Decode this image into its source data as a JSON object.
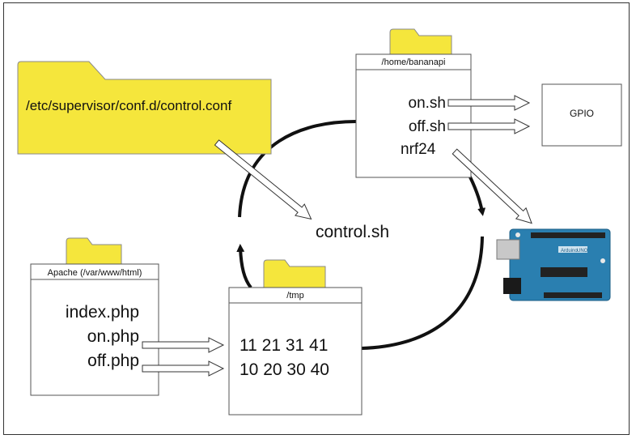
{
  "supervisor_conf": {
    "path": "/etc/supervisor/conf.d/control.conf"
  },
  "home_folder": {
    "title": "/home/bananapi",
    "files": [
      "on.sh",
      "off.sh",
      "nrf24"
    ]
  },
  "gpio": {
    "label": "GPIO"
  },
  "apache_folder": {
    "title": "Apache (/var/www/html)",
    "files": [
      "index.php",
      "on.php",
      "off.php"
    ]
  },
  "tmp_folder": {
    "title": "/tmp",
    "lines": [
      "11 21 31 41",
      "10 20 30 40"
    ]
  },
  "center": {
    "label": "control.sh"
  },
  "board": {
    "name": "arduino-board-image",
    "brand": "Arduino",
    "model": "UNO"
  },
  "colors": {
    "folder": "#f5e63c",
    "folder_stroke": "#8a8a8a",
    "box_stroke": "#555555",
    "board": "#2a7fb0"
  }
}
